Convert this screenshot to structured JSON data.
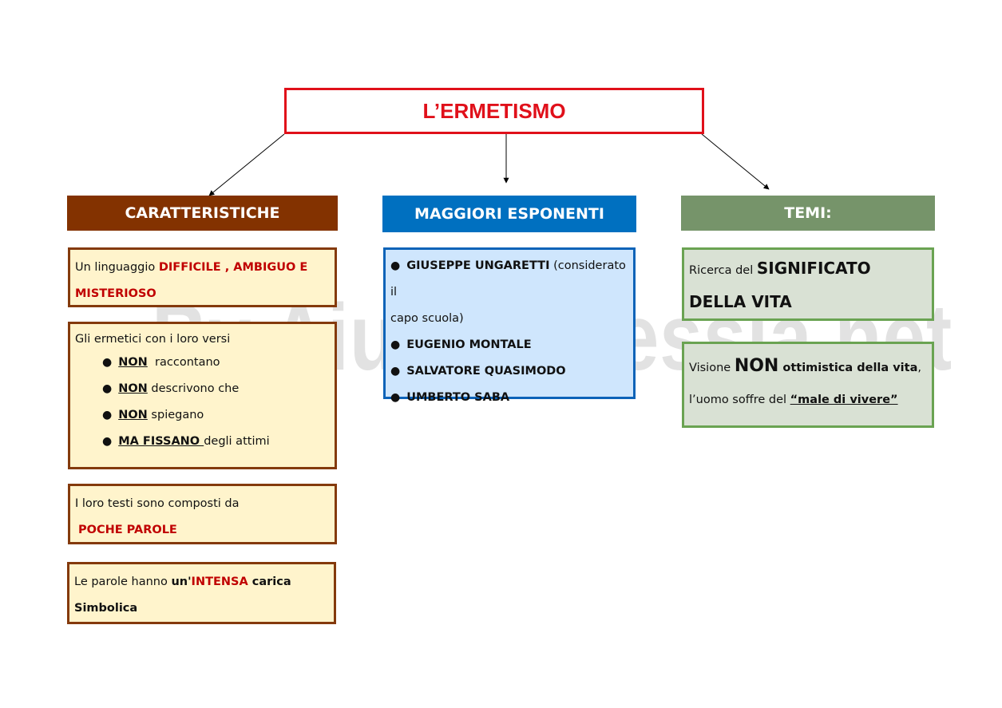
{
  "title": "L’ERMETISMO",
  "colors": {
    "title_red": "#e0101a",
    "caratteristiche": "#833200",
    "esponenti": "#0070c0",
    "temi": "#76946a",
    "accent_red": "#c00000"
  },
  "caratteristiche": {
    "header": "CARATTERISTICHE",
    "box1": {
      "text_a": "Un linguaggio ",
      "red": "DIFFICILE , AMBIGUO E",
      "red2": "MISTERIOSO"
    },
    "box2": {
      "intro": "Gli ermetici con i loro versi",
      "items": [
        {
          "key": "NON",
          "rest": "  raccontano"
        },
        {
          "key": "NON",
          "rest": " descrivono che"
        },
        {
          "key": "NON",
          "rest": " spiegano"
        },
        {
          "key": "MA FISSANO ",
          "rest": "degli attimi"
        }
      ]
    },
    "box3": {
      "text": "I loro testi sono composti da",
      "red": "POCHE PAROLE"
    },
    "box4": {
      "text_a": "Le parole hanno ",
      "bold_a": "un'",
      "red": "INTENSA",
      "bold_b": " carica",
      "bold_c": "Simbolica"
    }
  },
  "esponenti": {
    "header": "MAGGIORI ESPONENTI",
    "items": [
      {
        "name": "GIUSEPPE UNGARETTI",
        "note": " (considerato il"
      },
      {
        "name": "EUGENIO MONTALE",
        "note": ""
      },
      {
        "name": "SALVATORE QUASIMODO",
        "note": ""
      },
      {
        "name": "UMBERTO SABA",
        "note": ""
      }
    ],
    "note_cont": "capo scuola)"
  },
  "temi": {
    "header": "TEMI:",
    "box1": {
      "text_a": "Ricerca del ",
      "big_a": "SIGNIFICATO",
      "big_b": "DELLA VITA"
    },
    "box2": {
      "text_a": "Visione ",
      "big": "NON",
      "bold": " ottimistica della vita",
      "text_b": ",",
      "text_c": "l’uomo soffre del ",
      "under": "“male di vivere”"
    }
  },
  "watermark": "By AiutoDislessia.net",
  "bullet_glyph": "●"
}
